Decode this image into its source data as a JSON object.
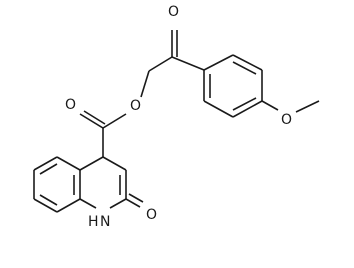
{
  "molecule": {
    "atoms": {
      "o_carbonyl_top": "O",
      "o_ester": "O",
      "o_ester_carbonyl": "O",
      "o_methoxy": "O",
      "nh": "H",
      "n": "N",
      "o_lactam": "O"
    }
  }
}
